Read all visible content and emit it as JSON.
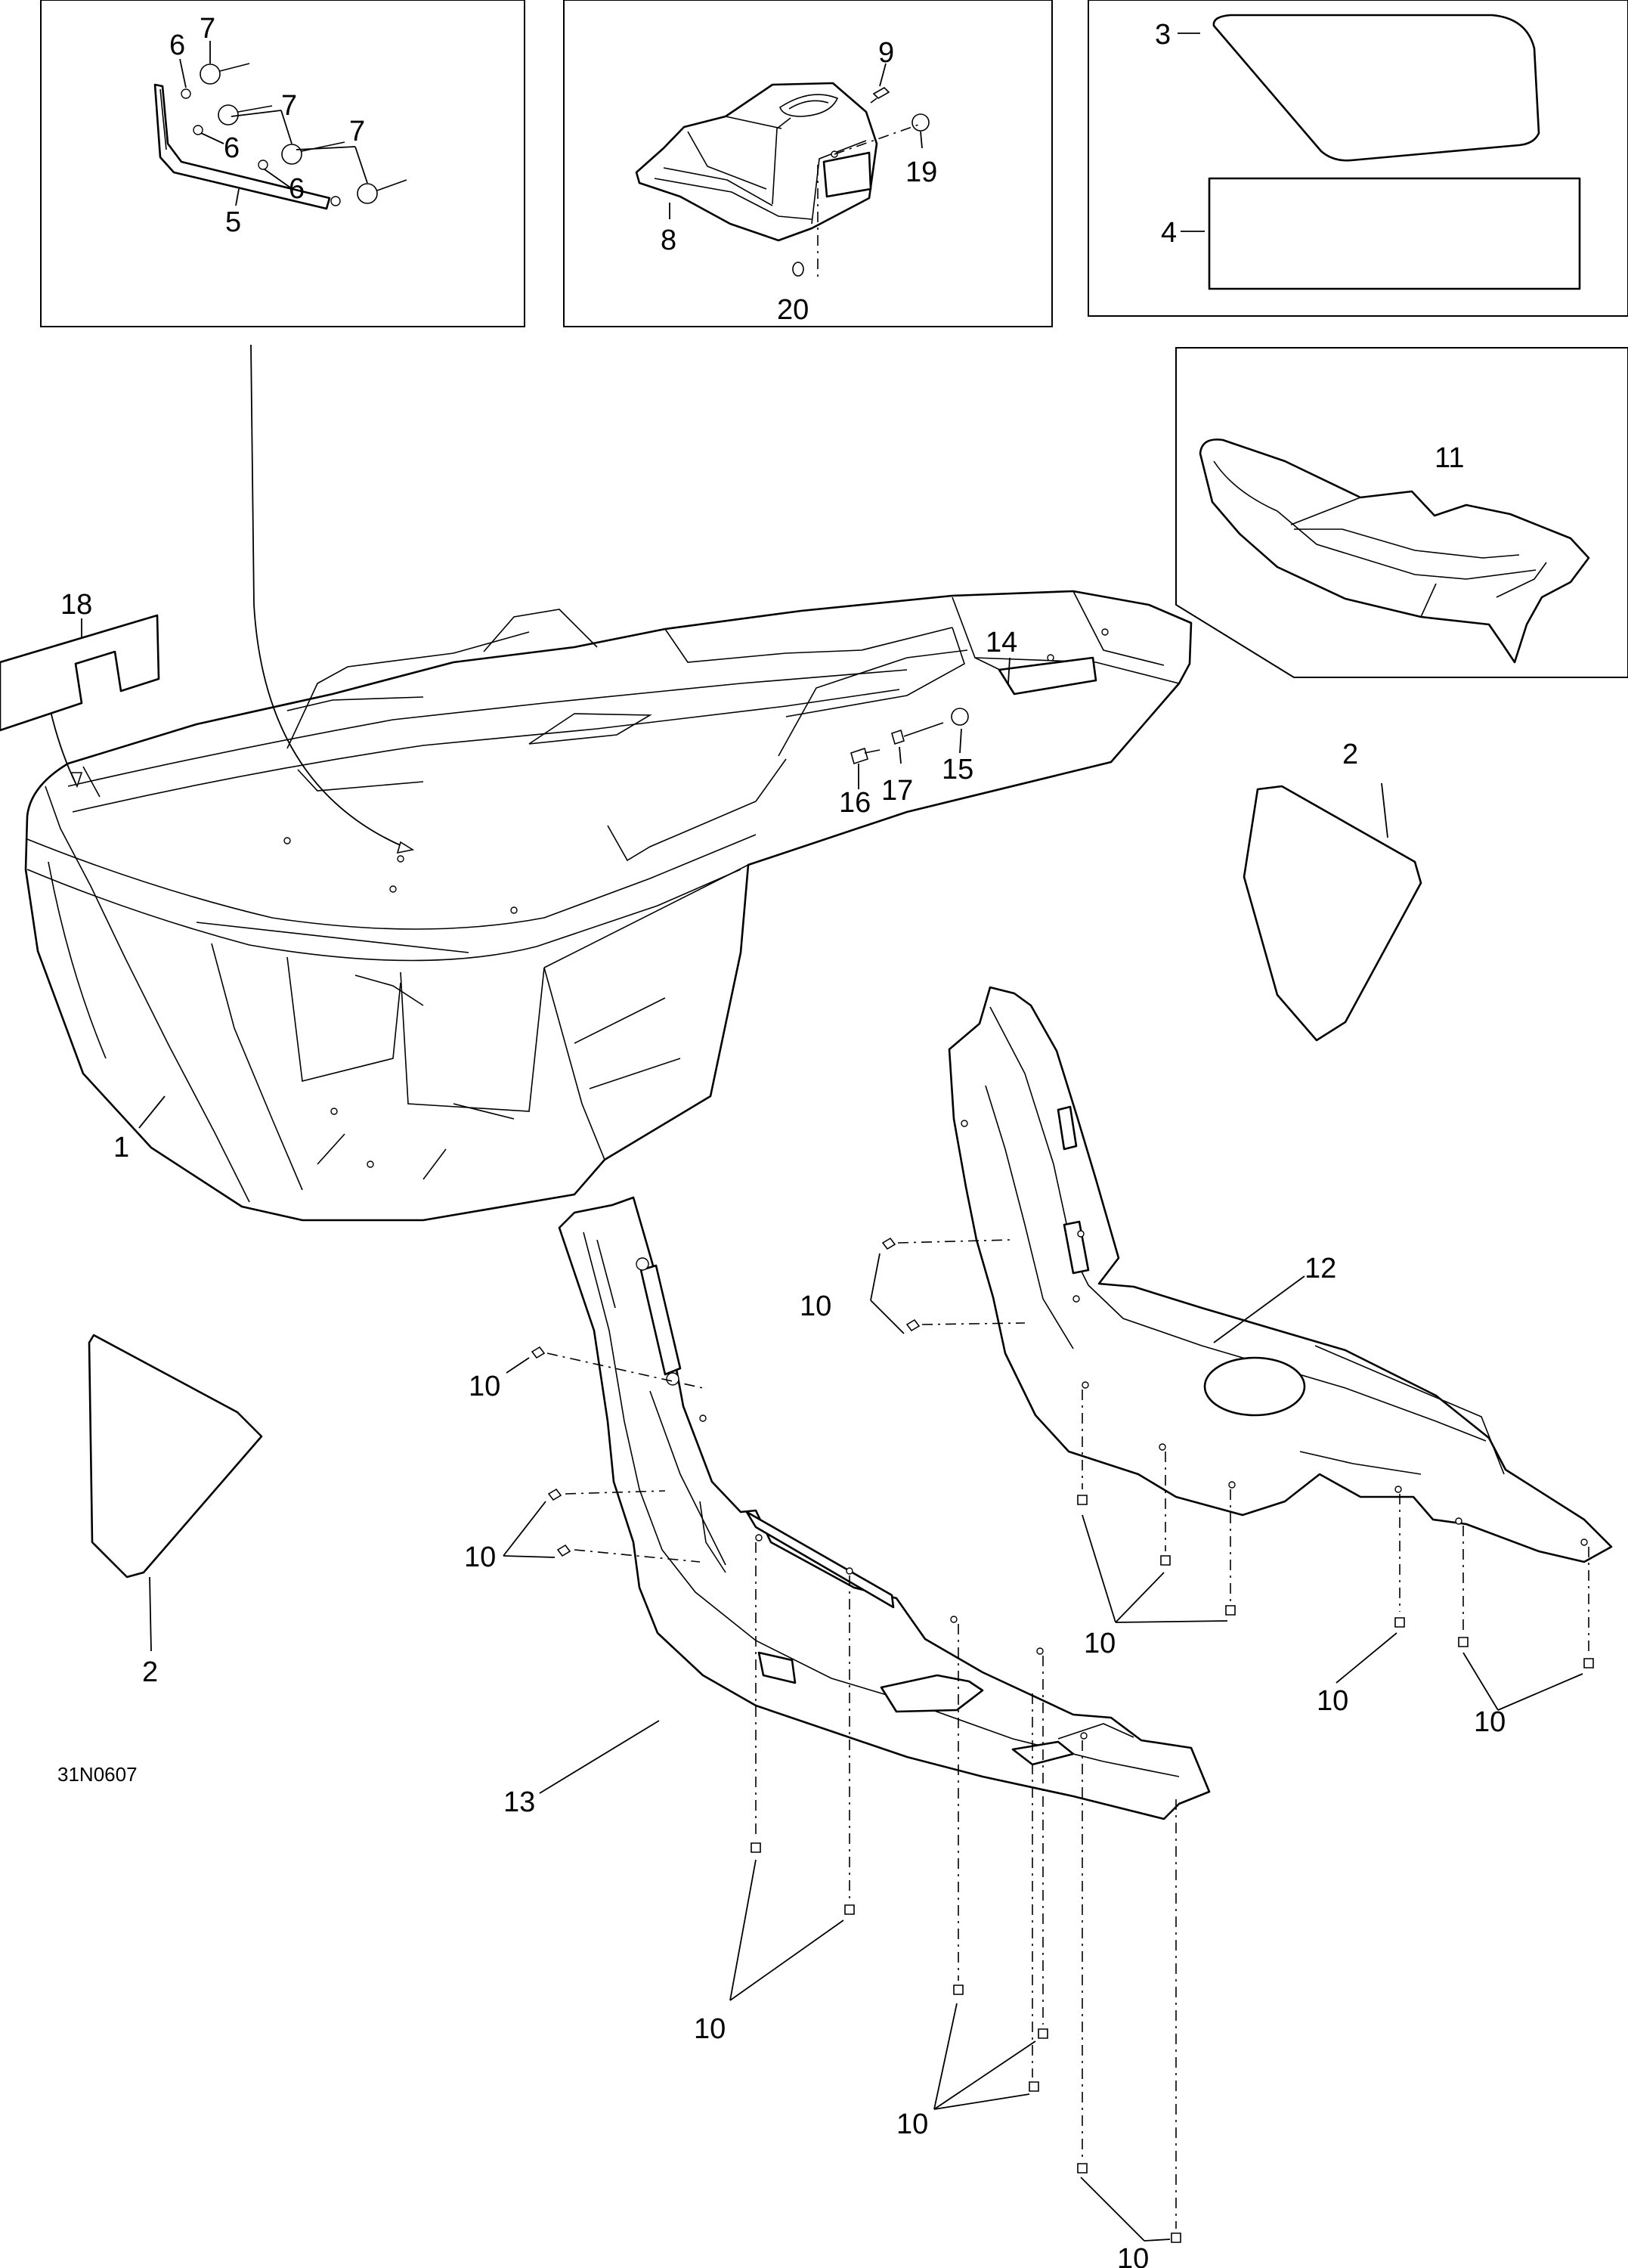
{
  "figure_code": "31N0607",
  "callouts": {
    "c1": "1",
    "c2a": "2",
    "c2b": "2",
    "c3": "3",
    "c4": "4",
    "c5": "5",
    "c6a": "6",
    "c6b": "6",
    "c6c": "6",
    "c7a": "7",
    "c7b": "7",
    "c7c": "7",
    "c8": "8",
    "c9": "9",
    "c10a": "10",
    "c10b": "10",
    "c10c": "10",
    "c10d": "10",
    "c10e": "10",
    "c10f": "10",
    "c10g": "10",
    "c10h": "10",
    "c10i": "10",
    "c11": "11",
    "c12": "12",
    "c13": "13",
    "c14": "14",
    "c15": "15",
    "c16": "16",
    "c17": "17",
    "c18": "18",
    "c19": "19",
    "c20": "20"
  }
}
